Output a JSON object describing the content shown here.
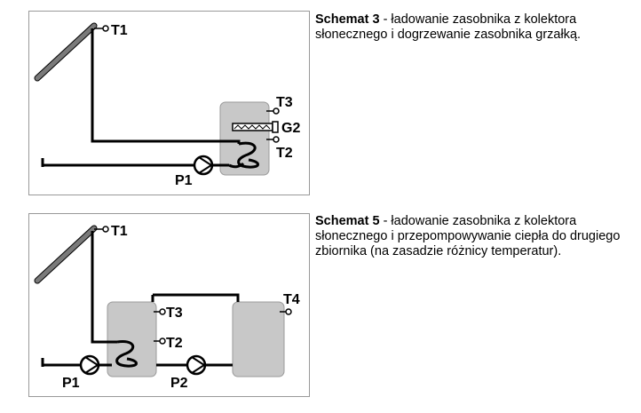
{
  "schemes": [
    {
      "title": "Schemat 3",
      "text": " - ładowanie zasobnika z kolektora słonecznego i dogrzewanie zasobnika grzałką.",
      "labels": {
        "t1": "T1",
        "t3": "T3",
        "g2": "G2",
        "t2": "T2",
        "p1": "P1"
      }
    },
    {
      "title": "Schemat 5",
      "text": " - ładowanie zasobnika z kolektora słonecznego i przepompowywanie ciepła do drugiego zbiornika (na zasadzie różnicy temperatur).",
      "labels": {
        "t1": "T1",
        "t3": "T3",
        "t2": "T2",
        "t4": "T4",
        "p1": "P1",
        "p2": "P2"
      }
    }
  ],
  "colors": {
    "frame_border": "#999999",
    "tank_fill": "#c8c8c8",
    "tank_stroke": "#9a9a9a",
    "collector": "#777777",
    "pipe": "#000000"
  }
}
